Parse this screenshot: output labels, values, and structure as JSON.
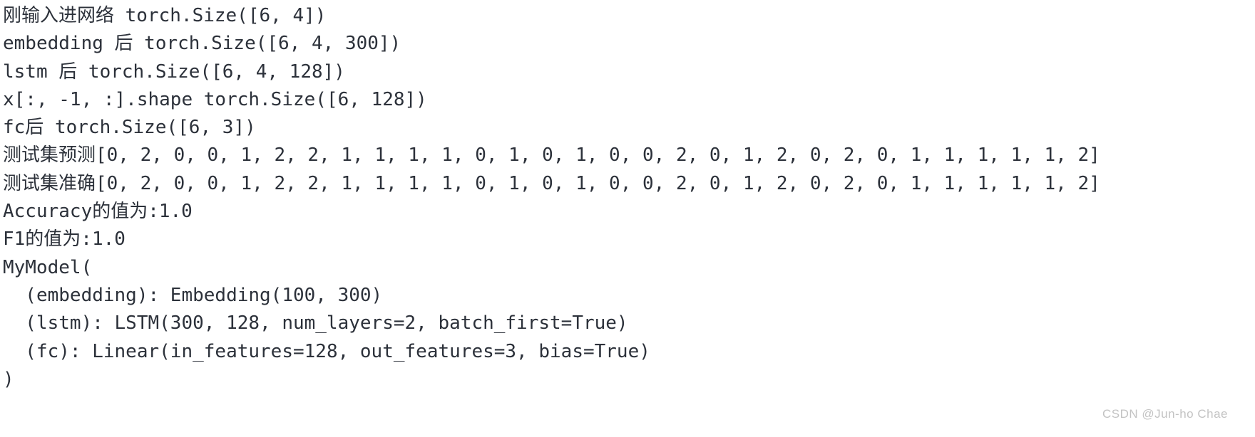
{
  "console": {
    "lines": [
      "刚输入进网络 torch.Size([6, 4])",
      "embedding 后 torch.Size([6, 4, 300])",
      "lstm 后 torch.Size([6, 4, 128])",
      "x[:, -1, :].shape torch.Size([6, 128])",
      "fc后 torch.Size([6, 3])",
      "测试集预测[0, 2, 0, 0, 1, 2, 2, 1, 1, 1, 1, 0, 1, 0, 1, 0, 0, 2, 0, 1, 2, 0, 2, 0, 1, 1, 1, 1, 1, 2]",
      "测试集准确[0, 2, 0, 0, 1, 2, 2, 1, 1, 1, 1, 0, 1, 0, 1, 0, 0, 2, 0, 1, 2, 0, 2, 0, 1, 1, 1, 1, 1, 2]",
      "Accuracy的值为:1.0",
      "F1的值为:1.0",
      "MyModel(",
      "  (embedding): Embedding(100, 300)",
      "  (lstm): LSTM(300, 128, num_layers=2, batch_first=True)",
      "  (fc): Linear(in_features=128, out_features=3, bias=True)",
      ")"
    ],
    "test_predictions": [
      0,
      2,
      0,
      0,
      1,
      2,
      2,
      1,
      1,
      1,
      1,
      0,
      1,
      0,
      1,
      0,
      0,
      2,
      0,
      1,
      2,
      0,
      2,
      0,
      1,
      1,
      1,
      1,
      1,
      2
    ],
    "test_ground_truth": [
      0,
      2,
      0,
      0,
      1,
      2,
      2,
      1,
      1,
      1,
      1,
      0,
      1,
      0,
      1,
      0,
      0,
      2,
      0,
      1,
      2,
      0,
      2,
      0,
      1,
      1,
      1,
      1,
      1,
      2
    ],
    "accuracy": "1.0",
    "f1": "1.0"
  },
  "watermark": {
    "text": "CSDN @Jun-ho Chae"
  },
  "colors": {
    "background": "#ffffff",
    "text": "#2c313a",
    "watermark": "#c3c3c3"
  }
}
